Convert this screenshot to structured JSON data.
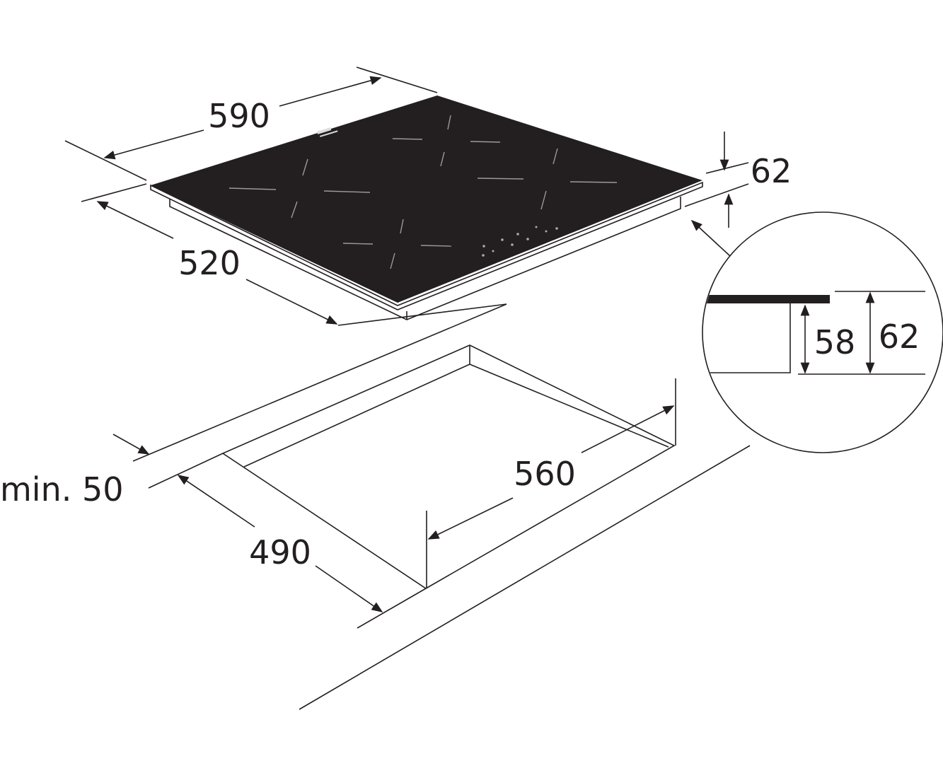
{
  "dimensions": {
    "hob_width": "590",
    "hob_depth": "520",
    "hob_height": "62",
    "detail_built_in_height": "58",
    "detail_total_height": "62",
    "cutout_width": "560",
    "cutout_depth": "490",
    "min_front_distance": "min. 50"
  },
  "colors": {
    "line": "#231f20",
    "glass": "#231f20"
  }
}
